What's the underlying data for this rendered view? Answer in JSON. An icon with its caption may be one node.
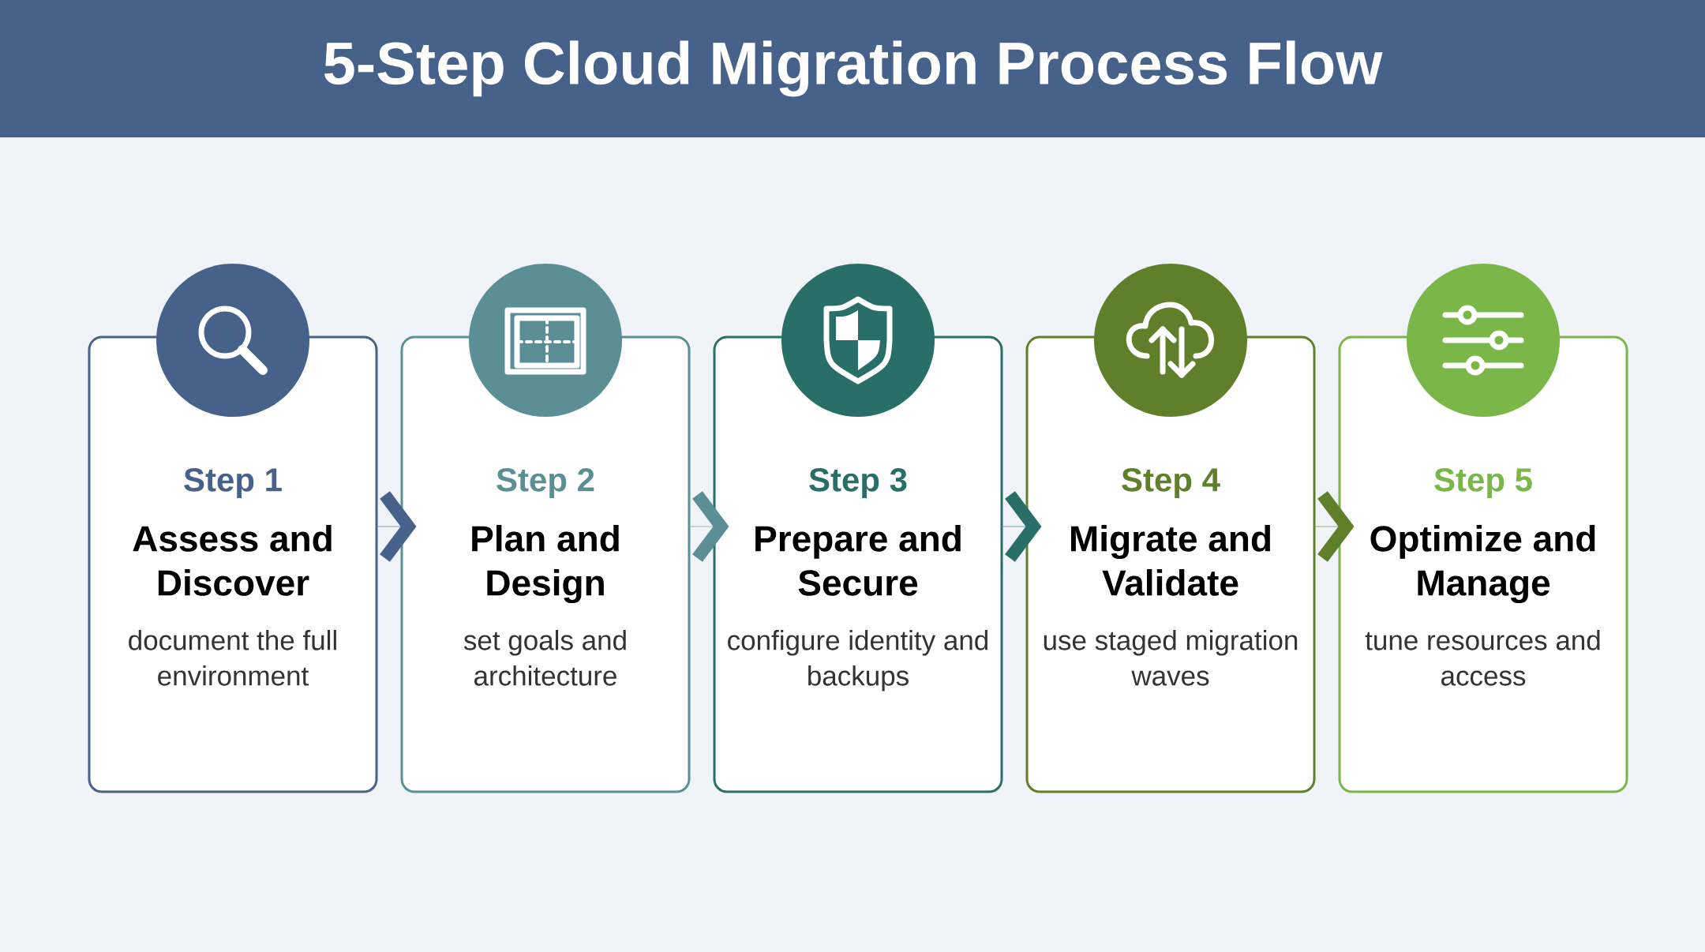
{
  "diagram": {
    "title": "5-Step Cloud Migration Process Flow",
    "nodes": [
      {
        "text": [
          "Step 1",
          "Assess and Discover",
          "document the full environment"
        ]
      },
      {
        "text": [
          "Step 2",
          "Plan and Design",
          "set goals and architecture"
        ]
      },
      {
        "text": [
          "Step 3",
          "Prepare and Secure",
          "configure identity and backups"
        ]
      },
      {
        "text": [
          "Step 4",
          "Migrate and Validate",
          "use staged migration waves"
        ]
      },
      {
        "text": [
          "Step 5",
          "Optimize and Manage",
          "tune resources and access"
        ]
      }
    ],
    "edges": [
      {
        "from": 0,
        "to": 1,
        "arrow": "to",
        "color": "#46618a"
      },
      {
        "from": 1,
        "to": 2,
        "arrow": "to",
        "color": "#5b8f95"
      },
      {
        "from": 2,
        "to": 3,
        "arrow": "to",
        "color": "#2a6e68"
      },
      {
        "from": 3,
        "to": 4,
        "arrow": "to",
        "color": "#5f7f2a"
      }
    ]
  }
}
